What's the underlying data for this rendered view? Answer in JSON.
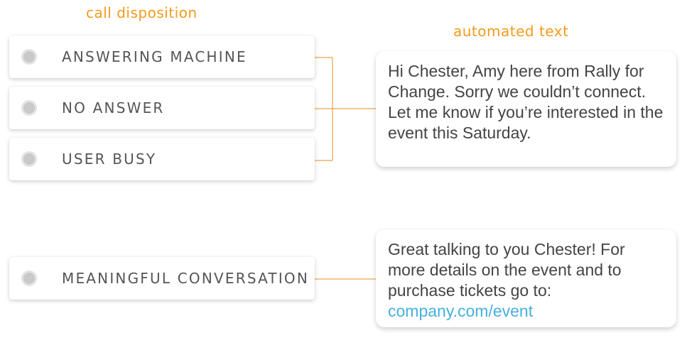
{
  "headings": {
    "call_disposition": "call disposition",
    "automated_text": "automated text"
  },
  "options": [
    {
      "label": "ANSWERING MACHINE"
    },
    {
      "label": "NO ANSWER"
    },
    {
      "label": "USER BUSY"
    },
    {
      "label": "MEANINGFUL CONVERSATION"
    }
  ],
  "messages": [
    {
      "text": "Hi Chester, Amy here from Rally for Change. Sorry we couldn’t connect. Let me know if you’re interested in the event this Saturday."
    },
    {
      "text": "Great talking to you Chester! For more details on the event and to purchase tickets go to:",
      "link": "company.com/event"
    }
  ],
  "colors": {
    "accent": "#f59a1b",
    "link": "#47b0dd",
    "connector": "#f0a04b",
    "radio": "#c9c9c9"
  }
}
